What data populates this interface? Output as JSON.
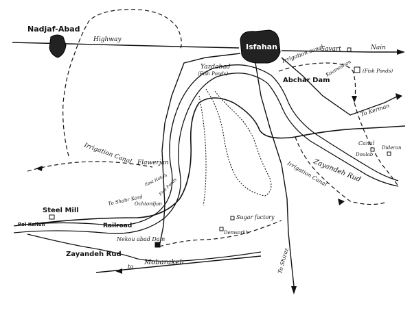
{
  "map": {
    "places": {
      "nadjaf_abad": "Nadjaf-Abad",
      "isfahan": "Isfahan",
      "gavart": "Gavart",
      "nain": "Nain",
      "yazdabad": "Yazdabad",
      "yazdabad_note": "(Fish Ponds)",
      "abchar_dam": "Abchar Dam",
      "koumeshan": "Koumeshan",
      "fish_ponds_east": "(Fish Ponds)",
      "to_kerman": "To Kerman",
      "flawerjan": "Flawerjan",
      "doulab": "Doulab",
      "dideran": "Dideran",
      "steel_mill": "Steel Mill",
      "shahr_kord": "To Shahr Kord",
      "east_hakeh": "East Hakeh",
      "fish_ponds_west": "Fish Ponds",
      "ochtordjan": "Ochtordjan",
      "pol_kalleh": "Pol Kalleh",
      "sugar_factory": "Sugar factory",
      "demsorkh": "Demsorkh",
      "nekou_abad_dam": "Nekou abad Dam",
      "mobarakeh": "Mobarakeh",
      "to_shiraz": "To Shiraz"
    },
    "features": {
      "highway": "Highway",
      "irrigation_canal_west": "Irrigation Canal",
      "irrigation_canal_north": "Irrigation canal",
      "irrigation_canal_south": "Irrigation Canal",
      "canal_east": "Canal",
      "railroad": "Railroad",
      "zayandeh_rud_east": "Zayandeh Rud",
      "zayandeh_rud_south": "Zayandeh Rud",
      "to_prefix": "to"
    }
  }
}
